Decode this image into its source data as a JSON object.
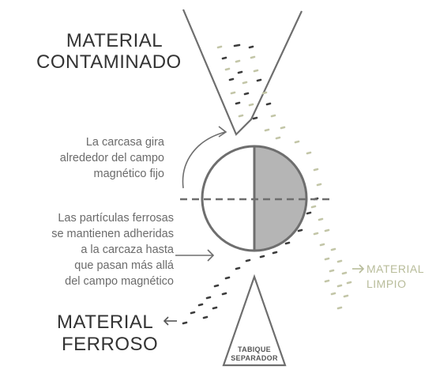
{
  "labels": {
    "contaminated_line1": "MATERIAL",
    "contaminated_line2": "CONTAMINADO",
    "rotation_note": [
      "La carcasa gira",
      "alrededor del campo",
      "magnético fijo"
    ],
    "particles_note": [
      "Las partículas ferrosas",
      "se mantienen adheridas",
      "a la carcaza hasta",
      "que pasan más allá",
      "del campo magnético"
    ],
    "clean_line1": "MATERIAL",
    "clean_line2": "LIMPIO",
    "ferrous_line1": "MATERIAL",
    "ferrous_line2": "FERROSO",
    "separator_line1": "TABIQUE",
    "separator_line2": "SEPARADOR"
  },
  "colors": {
    "outline": "#6e6e6e",
    "magnet_fill": "#b5b5b5",
    "clean_particles": "#c3c6a8",
    "ferrous_particles": "#3d3d3d",
    "clean_label": "#b8bc9a"
  }
}
